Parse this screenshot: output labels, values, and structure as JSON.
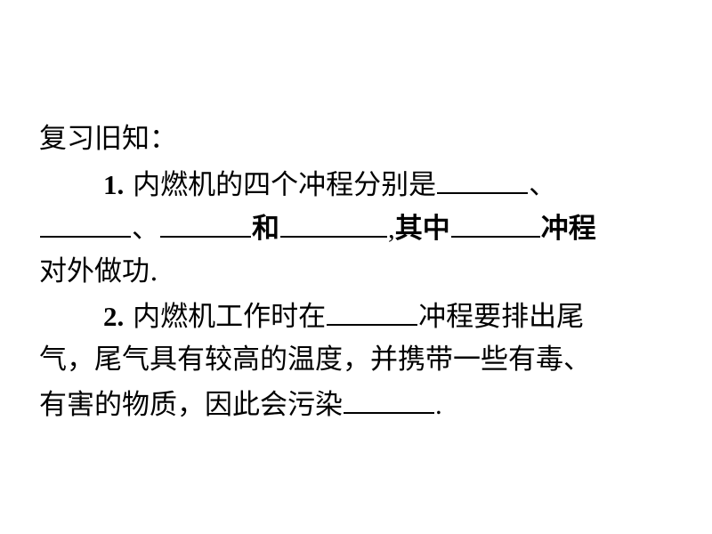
{
  "heading": "复习旧知：",
  "q1": {
    "number": "1",
    "dot": ".",
    "text_a": "内燃机的四个冲程分别是",
    "sep1": "、",
    "sep2": "、",
    "and_word": "和",
    "comma": ",",
    "among": "其中",
    "stroke": "冲程",
    "tail": "对外做功."
  },
  "q2": {
    "number": "2",
    "dot": ".",
    "text_a": "内燃机工作时在",
    "text_b": "冲程要排出尾",
    "line2": "气，尾气具有较高的温度，并携带一些有毒、",
    "line3": "有害的物质，因此会污染",
    "period": "."
  }
}
